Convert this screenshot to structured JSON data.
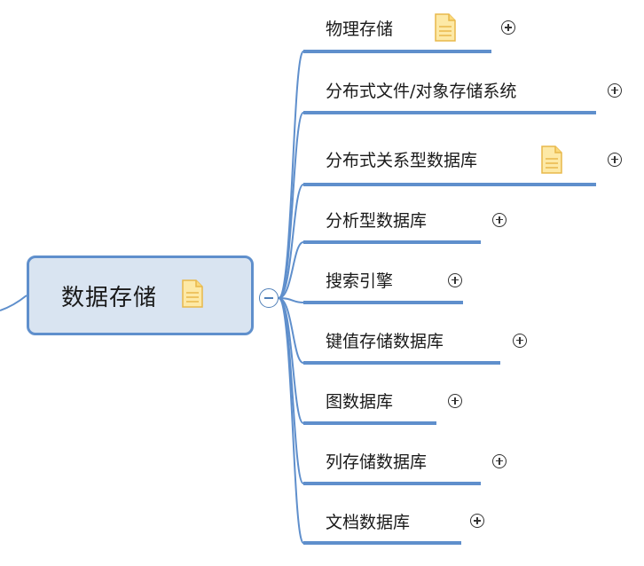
{
  "root": {
    "label": "数据存储",
    "has_note": true
  },
  "children": [
    {
      "label": "物理存储",
      "has_note": true
    },
    {
      "label": "分布式文件/对象存储系统",
      "has_note": false
    },
    {
      "label": "分布式关系型数据库",
      "has_note": true
    },
    {
      "label": "分析型数据库",
      "has_note": false
    },
    {
      "label": "搜索引擎",
      "has_note": false
    },
    {
      "label": "键值存储数据库",
      "has_note": false
    },
    {
      "label": "图数据库",
      "has_note": false
    },
    {
      "label": "列存储数据库",
      "has_note": false
    },
    {
      "label": "文档数据库",
      "has_note": false
    }
  ],
  "colors": {
    "branch_line": "#5f8fcc",
    "root_fill": "#d9e4f1",
    "root_border": "#5f8fcc",
    "note_fill": "#fde9a6",
    "note_stroke": "#e8b84a"
  },
  "icons": {
    "note": "note-icon",
    "expand": "expand-plus-icon",
    "collapse": "collapse-minus-icon"
  }
}
